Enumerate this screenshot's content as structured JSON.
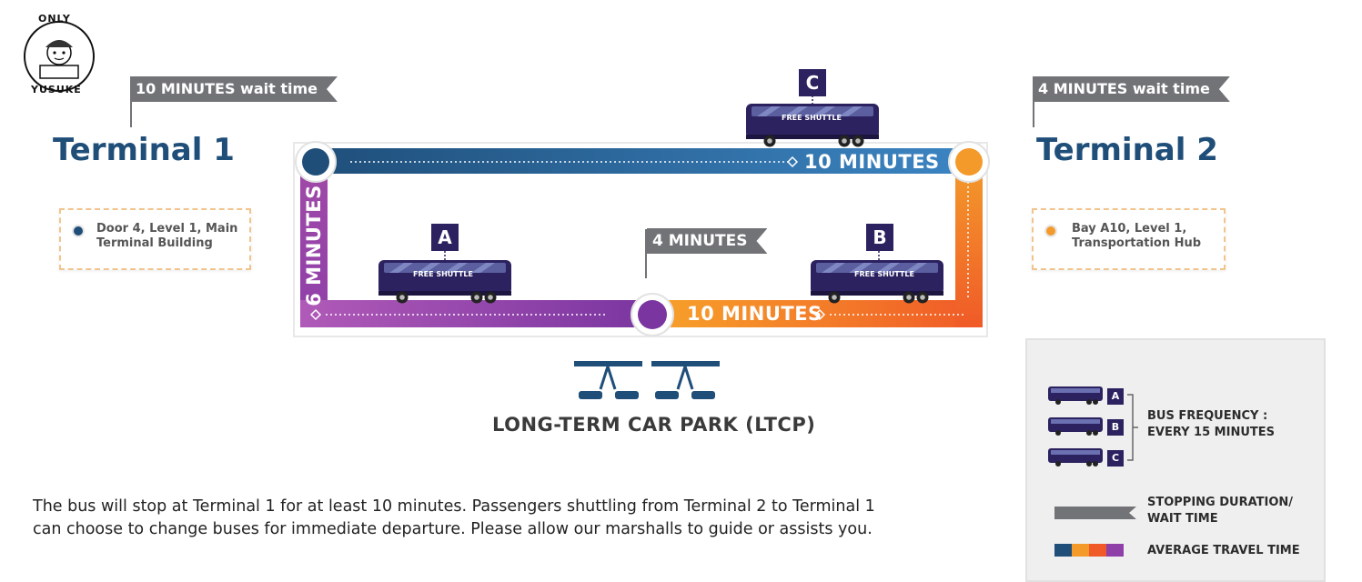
{
  "logo": {
    "top_text": "ONLY",
    "bottom_text": "YUSUKE"
  },
  "terminal1": {
    "wait_flag": "10 MINUTES wait time",
    "title": "Terminal 1",
    "location_line1": "Door 4, Level 1, Main",
    "location_line2": "Terminal Building",
    "dot_color": "#1f4e79"
  },
  "terminal2": {
    "wait_flag": "4 MINUTES wait time",
    "title": "Terminal 2",
    "location_line1": "Bay A10, Level 1,",
    "location_line2": "Transportation Hub",
    "dot_color": "#f39a2b"
  },
  "route": {
    "top_segment": "10 MINUTES",
    "left_segment": "6 MINUTES",
    "bottom_right_segment": "10 MINUTES",
    "ltcp_wait_flag": "4 MINUTES"
  },
  "buses": [
    {
      "label": "A",
      "text": "FREE SHUTTLE"
    },
    {
      "label": "B",
      "text": "FREE SHUTTLE"
    },
    {
      "label": "C",
      "text": "FREE SHUTTLE"
    }
  ],
  "car_park": {
    "label": "LONG-TERM CAR PARK (LTCP)"
  },
  "note": {
    "line1": "The bus will stop at Terminal 1 for at least 10 minutes. Passengers shuttling from Terminal 2 to Terminal 1",
    "line2": "can choose to change buses for immediate departure. Please allow our marshalls to guide or assists you."
  },
  "legend": {
    "letters": [
      "A",
      "B",
      "C"
    ],
    "frequency_line1": "BUS FREQUENCY :",
    "frequency_line2": "EVERY 15 MINUTES",
    "stopping_line1": "STOPPING DURATION/",
    "stopping_line2": "WAIT TIME",
    "travel": "AVERAGE TRAVEL TIME"
  },
  "colors": {
    "navy": "#1f4e79",
    "purple": "#8e3fa8",
    "orange": "#f39a2b",
    "orange_red": "#f05a28",
    "bus_body": "#2c2260",
    "flag_gray": "#717377"
  }
}
